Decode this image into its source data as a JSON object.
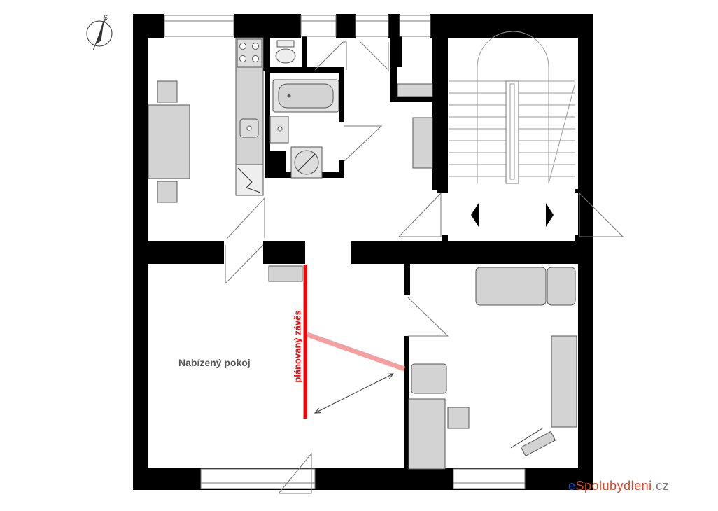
{
  "labels": {
    "room": "Nabízený pokoj",
    "curtain": "plánovaný závěs",
    "compass_letter": "S"
  },
  "brand": {
    "prefix": "e",
    "name": "Spolubydleni",
    "suffix": ".cz"
  },
  "colors": {
    "wall": "#000000",
    "furniture": "#d3d3d3",
    "furniture_stroke": "#555555",
    "curtain": "#ff0000",
    "curtain_swing": "#f4a0a0",
    "label_gray": "#555555",
    "brand_prefix": "#1f4fbf",
    "brand_name": "#d34a2e",
    "brand_suffix": "#7a7a7a"
  }
}
